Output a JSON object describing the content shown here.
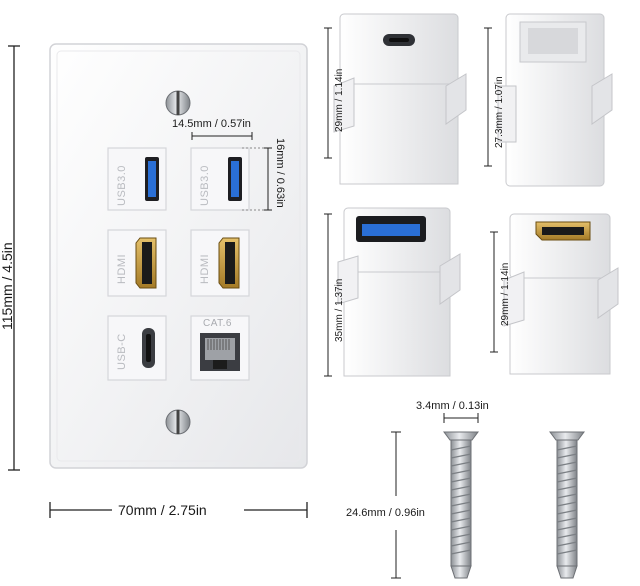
{
  "plate": {
    "height_label": "115mm / 4.5in",
    "width_label": "70mm / 2.75in",
    "port_width_label": "14.5mm / 0.57in",
    "port_height_label": "16mm / 0.63in",
    "port_labels": {
      "usb_left": "USB3.0",
      "usb_right": "USB3.0",
      "hdmi_left": "HDMI",
      "hdmi_right": "HDMI",
      "usbc": "USB-C",
      "cat6": "CAT.6"
    }
  },
  "modules": {
    "usbc_height": "29mm / 1.14in",
    "rj45_height": "27.3mm / 1.07in",
    "usb_height": "35mm / 1.37in",
    "hdmi_height": "29mm / 1.14in"
  },
  "screws": {
    "head_label": "3.4mm / 0.13in",
    "length_label": "24.6mm / 0.96in"
  },
  "colors": {
    "plate": "#f4f4f6",
    "usb_blue": "#2a6fd6",
    "hdmi_gold": "#c8a04a",
    "metal": "#b5b9bf"
  }
}
